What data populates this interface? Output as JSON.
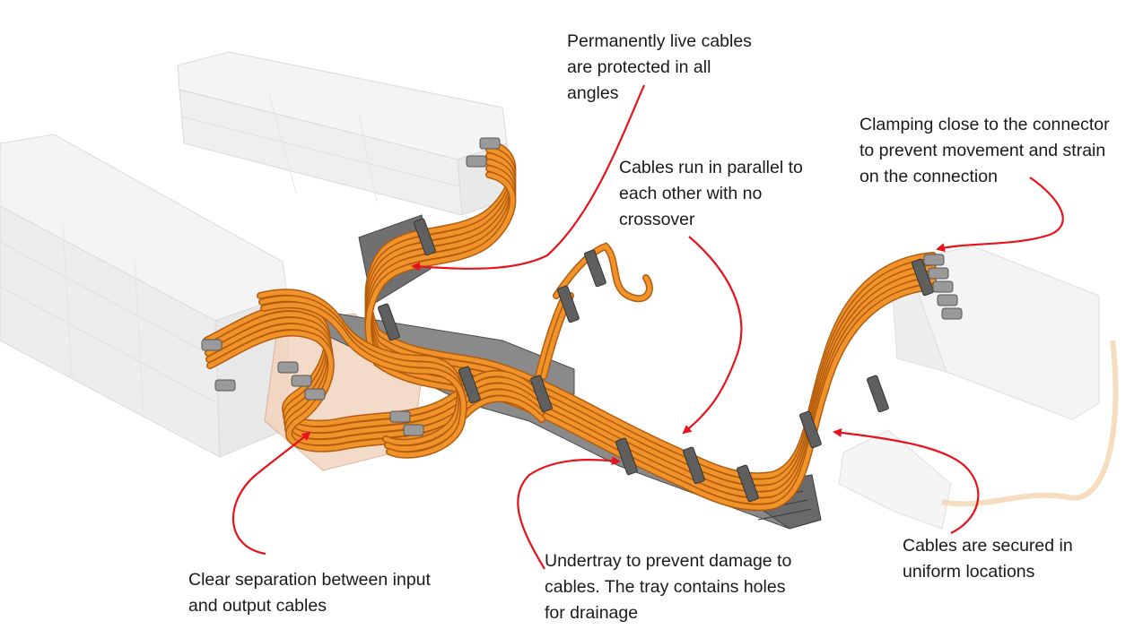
{
  "colors": {
    "arrow": "#e8121b",
    "cable": "#f0932b",
    "cable_dark": "#b35c0e",
    "tray": "#5f5f5f",
    "enclosure": "#d9d9d9",
    "text": "#1a1a1a"
  },
  "callouts": {
    "live_cables": {
      "lines": [
        "Permanently live cables",
        "are protected in all",
        "angles"
      ]
    },
    "clamping": {
      "lines": [
        "Clamping close to the connector",
        "to prevent movement and strain",
        "on the connection"
      ]
    },
    "parallel": {
      "lines": [
        "Cables run in parallel to",
        "each other with no",
        "crossover"
      ]
    },
    "separation": {
      "lines": [
        "Clear separation between input",
        "and output cables"
      ]
    },
    "undertray": {
      "lines": [
        "Undertray to prevent damage to",
        "cables. The tray contains holes",
        "for drainage"
      ]
    },
    "secured": {
      "lines": [
        "Cables are secured in",
        "uniform locations"
      ]
    }
  }
}
